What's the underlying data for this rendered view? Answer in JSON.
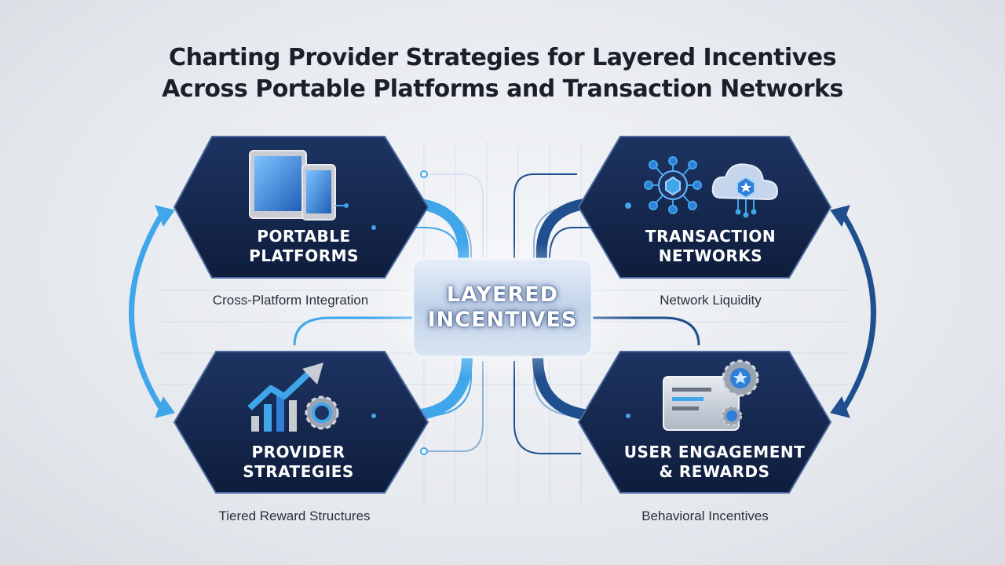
{
  "title": {
    "line1": "Charting Provider Strategies for Layered Incentives",
    "line2": "Across Portable Platforms and Transaction Networks"
  },
  "center": {
    "line1": "LAYERED",
    "line2": "INCENTIVES"
  },
  "nodes": {
    "portable_platforms": {
      "line1": "PORTABLE",
      "line2": "PLATFORMS",
      "caption": "Cross-Platform Integration",
      "icon": "tablet-phone-icon"
    },
    "transaction_networks": {
      "line1": "TRANSACTION",
      "line2": "NETWORKS",
      "caption": "Network Liquidity",
      "icon": "network-cloud-icon"
    },
    "provider_strategies": {
      "line1": "PROVIDER",
      "line2": "STRATEGIES",
      "caption": "Tiered Reward Structures",
      "icon": "growth-chart-gear-icon"
    },
    "user_engagement": {
      "line1": "USER ENGAGEMENT",
      "line2": "& REWARDS",
      "caption": "Behavioral Incentives",
      "icon": "reward-card-icon"
    }
  },
  "colors": {
    "hex_fill": "#15264a",
    "accent_light": "#3fa6ea",
    "accent_dark": "#1f4f8f",
    "glass": "#c9d7ea"
  }
}
